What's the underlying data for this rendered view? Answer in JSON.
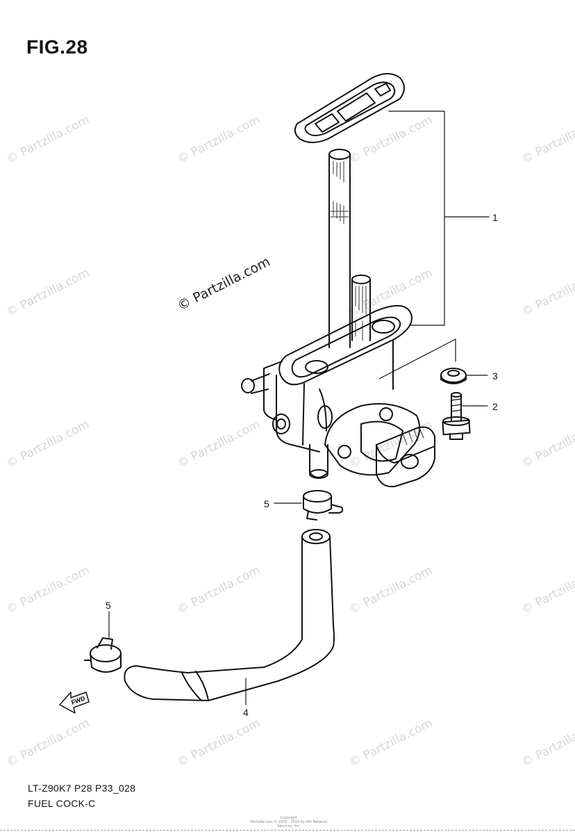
{
  "figure": {
    "title": "FIG.28"
  },
  "watermark": {
    "text": "© Partzilla.com"
  },
  "callouts": {
    "c1": "1",
    "c2": "2",
    "c3": "3",
    "c4": "4",
    "c5a": "5",
    "c5b": "5"
  },
  "arrow": {
    "label": "FWD"
  },
  "footer": {
    "code": "LT-Z90K7 P28 P33_028",
    "name": "FUEL COCK-C",
    "copyright_1": "Copyright",
    "copyright_2": "Partzilla.com © 2005 - 2015 by ARI Network Services, Inc."
  }
}
